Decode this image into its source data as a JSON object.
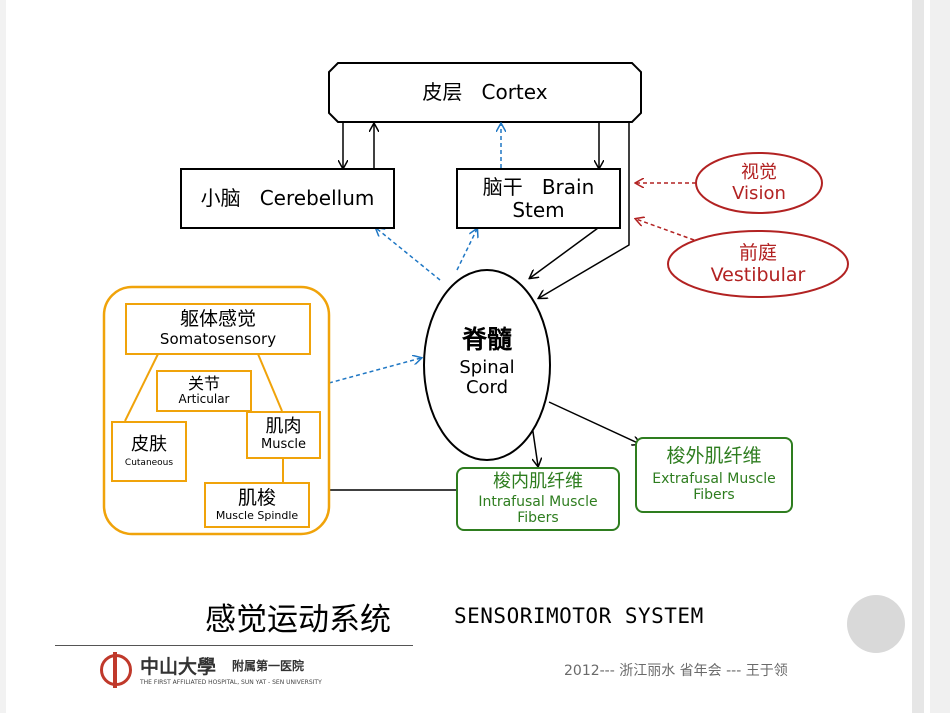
{
  "cortex": {
    "zh": "皮层",
    "en": "Cortex"
  },
  "cerebellum": {
    "zh": "小脑",
    "en": "Cerebellum"
  },
  "brainstem": {
    "zh": "脑干",
    "en1": "Brain",
    "en2": "Stem"
  },
  "vision": {
    "zh": "视觉",
    "en": "Vision"
  },
  "vestibular": {
    "zh": "前庭",
    "en": "Vestibular"
  },
  "spinal": {
    "zh": "脊髓",
    "en1": "Spinal",
    "en2": "Cord"
  },
  "somatosensory": {
    "zh": "躯体感觉",
    "en": "Somatosensory"
  },
  "articular": {
    "zh": "关节",
    "en": "Articular"
  },
  "cutaneous": {
    "zh": "皮肤",
    "en": "Cutaneous"
  },
  "muscle": {
    "zh": "肌肉",
    "en": "Muscle"
  },
  "spindle": {
    "zh": "肌梭",
    "en": "Muscle Spindle"
  },
  "intrafusal": {
    "zh": "梭内肌纤维",
    "en1": "Intrafusal Muscle",
    "en2": "Fibers"
  },
  "extrafusal": {
    "zh": "梭外肌纤维",
    "en1": "Extrafusal Muscle",
    "en2": "Fibers"
  },
  "title": {
    "zh": "感觉运动系统",
    "en": "SENSORIMOTOR SYSTEM"
  },
  "footer": {
    "text": "2012--- 浙江丽水 省年会 ---   王于领"
  },
  "logo": {
    "name": "中山大學",
    "sub": "附属第一医院",
    "en": "THE FIRST AFFILIATED HOSPITAL, SUN YAT - SEN UNIVERSITY"
  },
  "colors": {
    "black": "#000000",
    "orange": "#f0a30a",
    "green": "#2e7d1f",
    "red": "#b22222",
    "blue": "#1f77c4"
  }
}
